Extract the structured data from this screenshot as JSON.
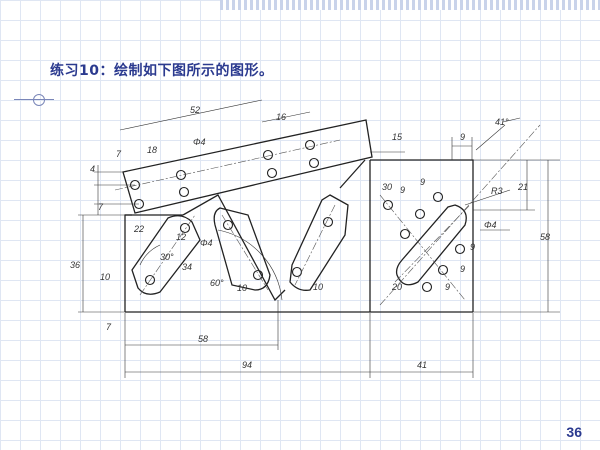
{
  "slide": {
    "title": "练习10：绘制如下图所示的图形。",
    "page_number": "36"
  },
  "drawing": {
    "dims": {
      "d52": "52",
      "d16": "16",
      "d15": "15",
      "d7a": "7",
      "d18": "18",
      "phi4a": "Φ4",
      "d4": "4",
      "d7b": "7",
      "d22": "22",
      "d12": "12",
      "phi4b": "Φ4",
      "a30": "30°",
      "d34": "34",
      "d10a": "10",
      "d36": "36",
      "d7c": "7",
      "a60": "60°",
      "d10b": "10",
      "d10c": "10",
      "d58": "58",
      "d94": "94",
      "d41": "41",
      "d9top": "9",
      "a41": "41°",
      "d30": "30",
      "d9a": "9",
      "d9b": "9",
      "r3": "R3",
      "d21": "21",
      "d58v": "58",
      "phi4c": "Φ4",
      "d9c": "9",
      "d9d": "9",
      "d9e": "9",
      "d20": "20"
    }
  }
}
